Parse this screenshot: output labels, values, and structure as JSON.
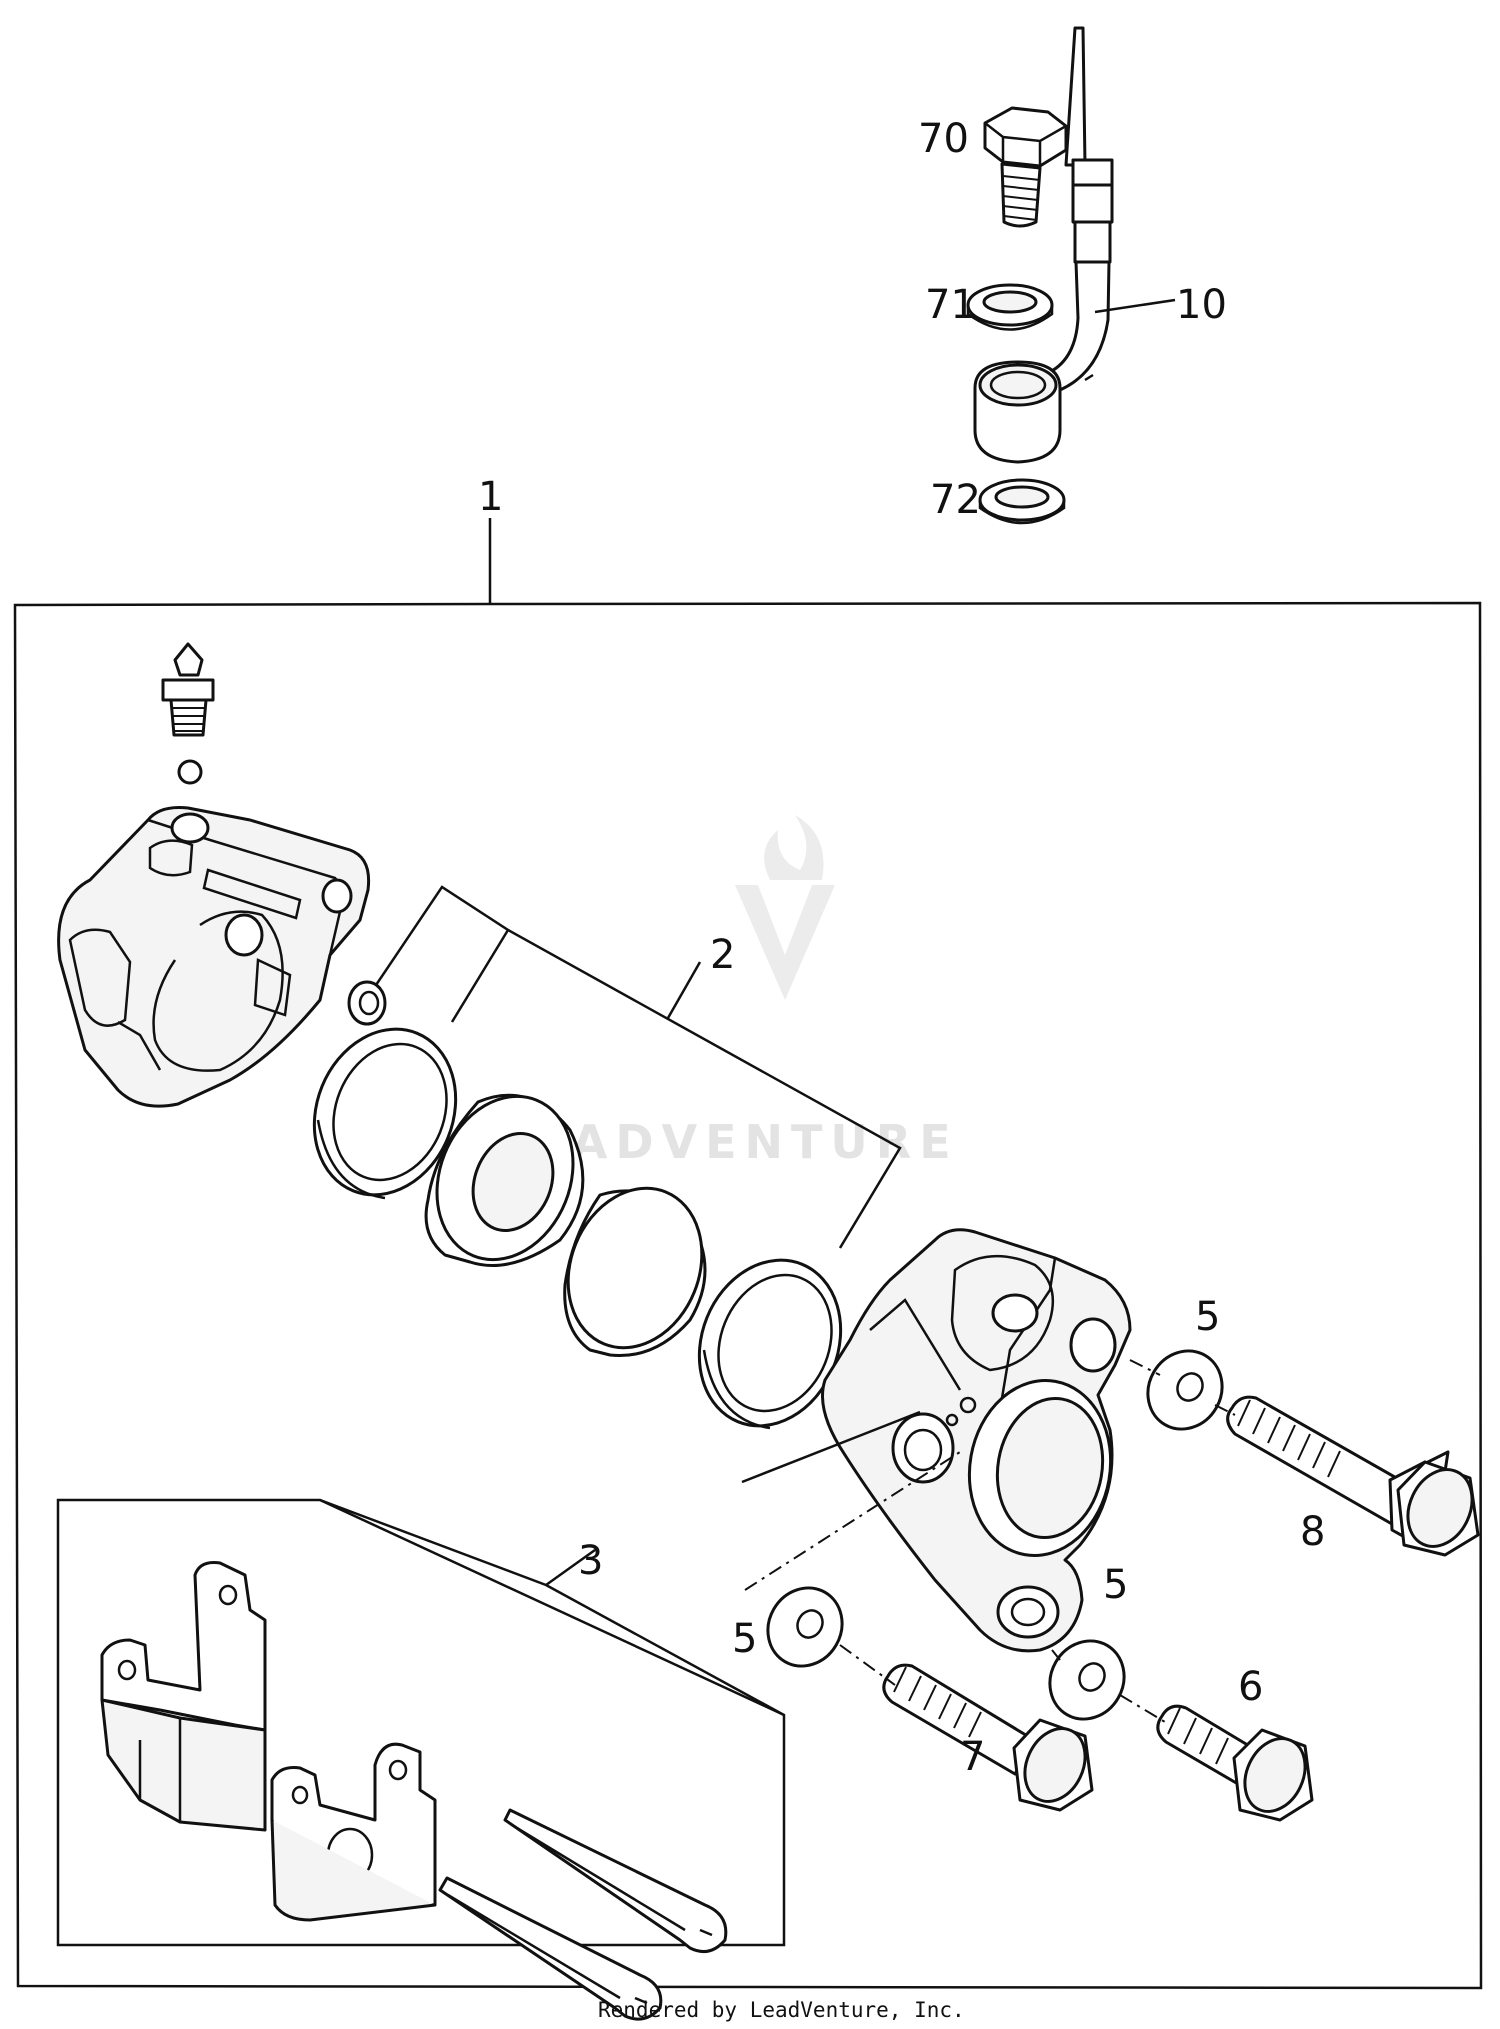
{
  "diagram": {
    "callouts": {
      "c1": "1",
      "c2": "2",
      "c3": "3",
      "c5a": "5",
      "c5b": "5",
      "c5c": "5",
      "c6": "6",
      "c7": "7",
      "c8": "8",
      "c10": "10",
      "c70": "70",
      "c71": "71",
      "c72": "72"
    },
    "watermark": "LEADVENTURE",
    "footer": "Rendered by LeadVenture, Inc."
  },
  "colors": {
    "line": "#111111",
    "background": "#ffffff",
    "watermark": "#e3e3e3"
  }
}
